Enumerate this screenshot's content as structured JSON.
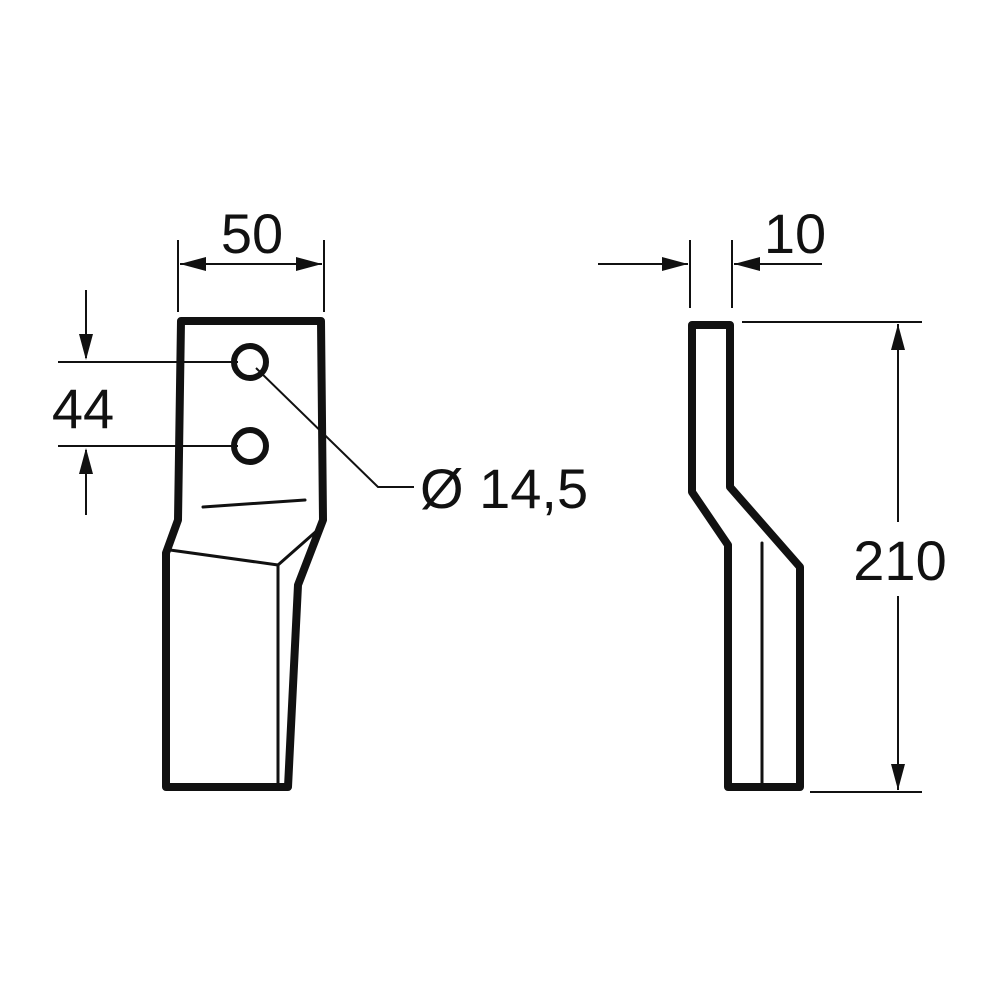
{
  "dimensions": {
    "width": "50",
    "hole_spacing": "44",
    "hole_diameter": "Ø 14,5",
    "thickness": "10",
    "length": "210"
  },
  "colors": {
    "line": "#111111",
    "background": "#ffffff"
  }
}
